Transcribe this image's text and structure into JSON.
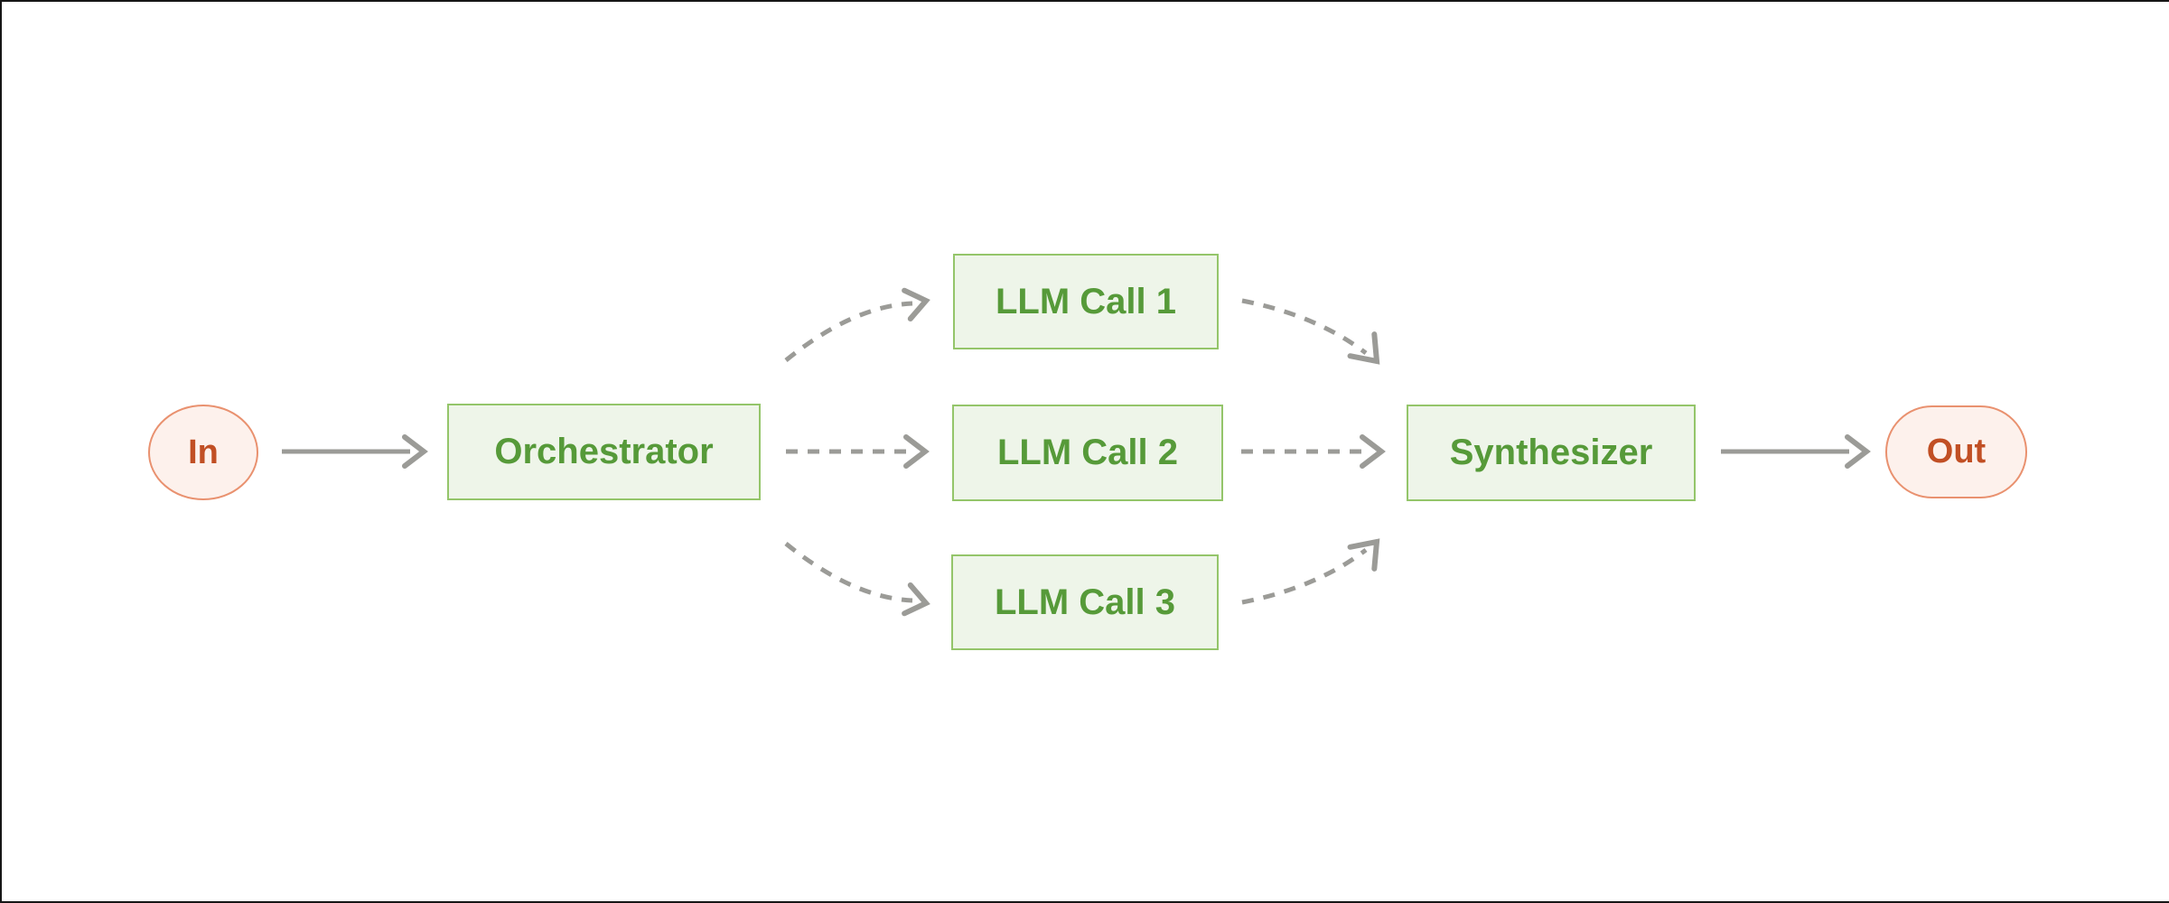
{
  "diagram": {
    "type": "workflow-flowchart",
    "nodes": {
      "in": {
        "label": "In",
        "shape": "circle",
        "role": "input-terminal"
      },
      "orchestrator": {
        "label": "Orchestrator",
        "shape": "rectangle",
        "role": "process"
      },
      "llm_call_1": {
        "label": "LLM Call 1",
        "shape": "rectangle",
        "role": "process"
      },
      "llm_call_2": {
        "label": "LLM Call 2",
        "shape": "rectangle",
        "role": "process"
      },
      "llm_call_3": {
        "label": "LLM Call 3",
        "shape": "rectangle",
        "role": "process"
      },
      "synthesizer": {
        "label": "Synthesizer",
        "shape": "rectangle",
        "role": "process"
      },
      "out": {
        "label": "Out",
        "shape": "pill",
        "role": "output-terminal"
      }
    },
    "edges": [
      {
        "from": "In",
        "to": "Orchestrator",
        "style": "solid"
      },
      {
        "from": "Orchestrator",
        "to": "LLM Call 1",
        "style": "dashed"
      },
      {
        "from": "Orchestrator",
        "to": "LLM Call 2",
        "style": "dashed"
      },
      {
        "from": "Orchestrator",
        "to": "LLM Call 3",
        "style": "dashed"
      },
      {
        "from": "LLM Call 1",
        "to": "Synthesizer",
        "style": "dashed"
      },
      {
        "from": "LLM Call 2",
        "to": "Synthesizer",
        "style": "dashed"
      },
      {
        "from": "LLM Call 3",
        "to": "Synthesizer",
        "style": "dashed"
      },
      {
        "from": "Synthesizer",
        "to": "Out",
        "style": "solid"
      }
    ],
    "colors": {
      "background": "#ffffff",
      "node_green_fill": "#eef5e9",
      "node_green_border": "#94c56a",
      "node_green_text": "#569a39",
      "terminal_fill": "#fdf1ec",
      "terminal_border": "#e9916f",
      "terminal_text": "#c14f24",
      "arrow": "#9b9b97"
    }
  }
}
